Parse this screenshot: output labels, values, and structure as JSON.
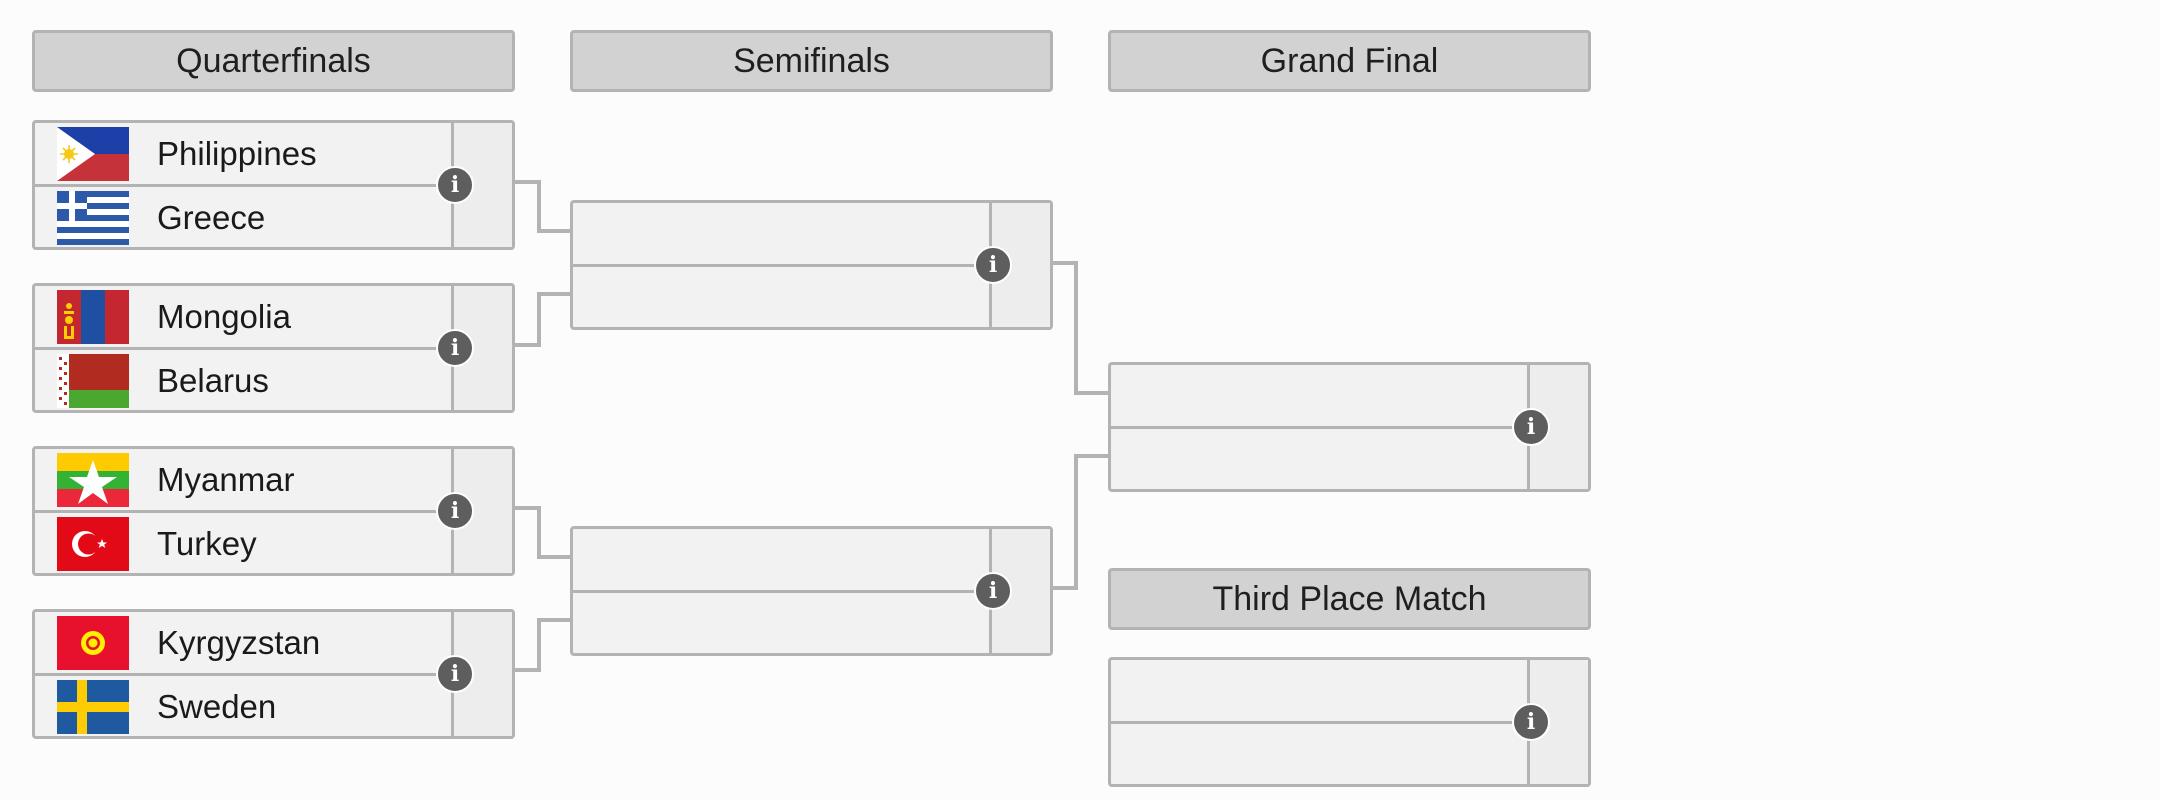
{
  "rounds": {
    "quarterfinals": "Quarterfinals",
    "semifinals": "Semifinals",
    "grand_final": "Grand Final",
    "third_place": "Third Place Match"
  },
  "quarterfinals": [
    {
      "team1": "Philippines",
      "team2": "Greece"
    },
    {
      "team1": "Mongolia",
      "team2": "Belarus"
    },
    {
      "team1": "Myanmar",
      "team2": "Turkey"
    },
    {
      "team1": "Kyrgyzstan",
      "team2": "Sweden"
    }
  ],
  "icons": {
    "info": "info-icon"
  },
  "colors": {
    "header_bg": "#d2d2d2",
    "match_bg": "#f2f2f2",
    "border": "#b3b3b3",
    "info_button": "#5e5e5e"
  }
}
